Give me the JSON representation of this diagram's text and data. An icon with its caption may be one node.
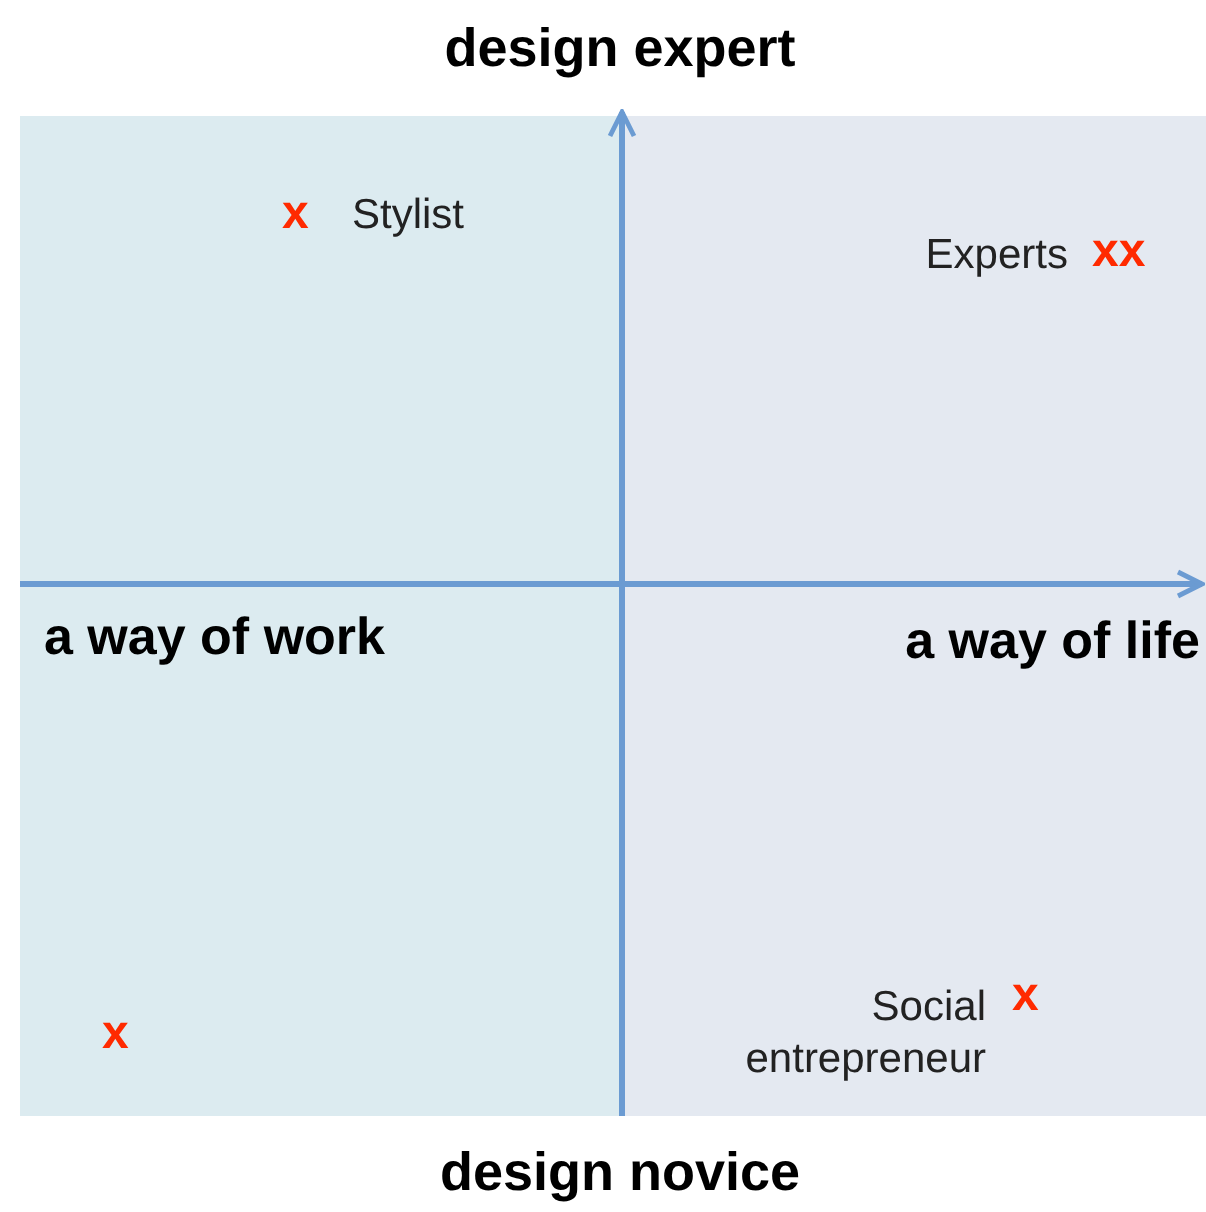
{
  "diagram": {
    "labels": [
      "design expert",
      "x",
      "Stylist",
      "Experts",
      "xx",
      "a way of work",
      "a way of life",
      "Social entrepreneur",
      "x",
      "x",
      "design novice"
    ]
  }
}
